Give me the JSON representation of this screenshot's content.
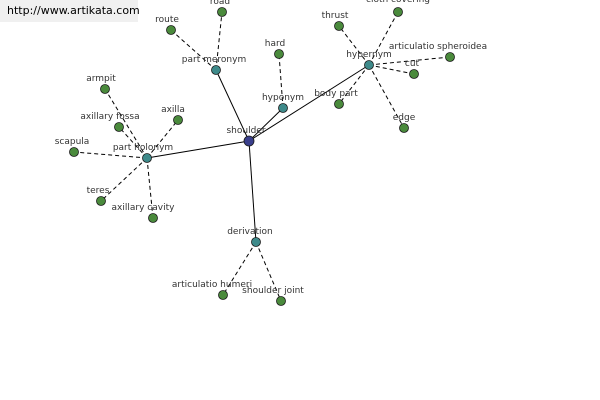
{
  "header": {
    "site_url": "http://www.artikata.com"
  },
  "colors": {
    "center_node": "#3a3f8c",
    "relation_node": "#3e8a8a",
    "term_node": "#4a8a3c",
    "edge": "#000000",
    "label": "#333333"
  },
  "graph": {
    "center": {
      "id": "shoulder",
      "label": "shoulder"
    },
    "relations": [
      {
        "id": "part-meronym",
        "label": "part meronym",
        "terms": [
          "route",
          "road"
        ]
      },
      {
        "id": "hyponym",
        "label": "hyponym",
        "terms": [
          "hard"
        ]
      },
      {
        "id": "hypernym",
        "label": "hypernym",
        "terms": [
          "thrust",
          "cloth covering",
          "articulatio spheroidea",
          "cut",
          "edge",
          "body part"
        ]
      },
      {
        "id": "part-holonym",
        "label": "part holonym",
        "terms": [
          "armpit",
          "axillary fossa",
          "axilla",
          "scapula",
          "teres",
          "axillary cavity"
        ]
      },
      {
        "id": "derivation",
        "label": "derivation",
        "terms": [
          "articulatio humeri",
          "shoulder joint"
        ]
      }
    ]
  }
}
